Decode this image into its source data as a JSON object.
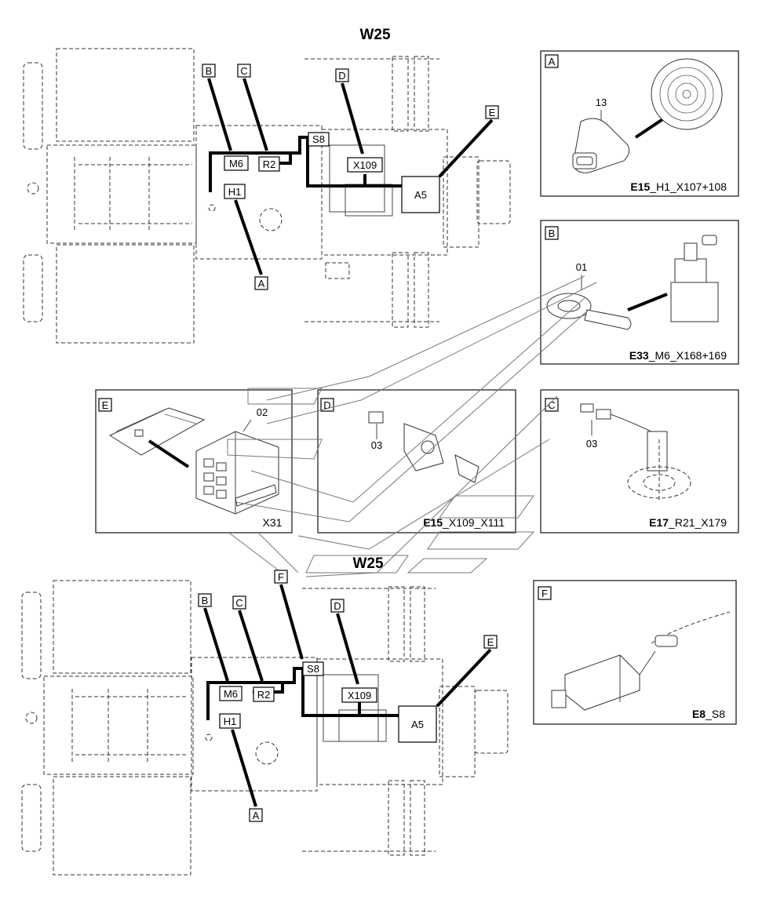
{
  "diagram": {
    "title_top": "W25",
    "title_bottom": "W25",
    "top_view": {
      "callouts": [
        "A",
        "B",
        "C",
        "D",
        "E"
      ],
      "components": [
        "M6",
        "R2",
        "S8",
        "X109",
        "H1",
        "A5"
      ]
    },
    "bottom_view": {
      "callouts": [
        "A",
        "B",
        "C",
        "D",
        "E",
        "F"
      ],
      "components": [
        "M6",
        "R2",
        "S8",
        "X109",
        "H1",
        "A5"
      ]
    },
    "details": {
      "A": {
        "letter": "A",
        "part_no": "13",
        "caption_code": "E15",
        "caption_rest": "_H1_X107+108"
      },
      "B": {
        "letter": "B",
        "part_no": "01",
        "caption_code": "E33",
        "caption_rest": "_M6_X168+169"
      },
      "C": {
        "letter": "C",
        "part_no": "03",
        "caption_code": "E17",
        "caption_rest": "_R21_X179"
      },
      "D": {
        "letter": "D",
        "part_no": "03",
        "caption_code": "E15",
        "caption_rest": "_X109_X111"
      },
      "E": {
        "letter": "E",
        "part_no": "02",
        "caption_code": "",
        "caption_rest": "X31"
      },
      "F": {
        "letter": "F",
        "part_no": "",
        "caption_code": "E8",
        "caption_rest": "_S8"
      }
    }
  }
}
